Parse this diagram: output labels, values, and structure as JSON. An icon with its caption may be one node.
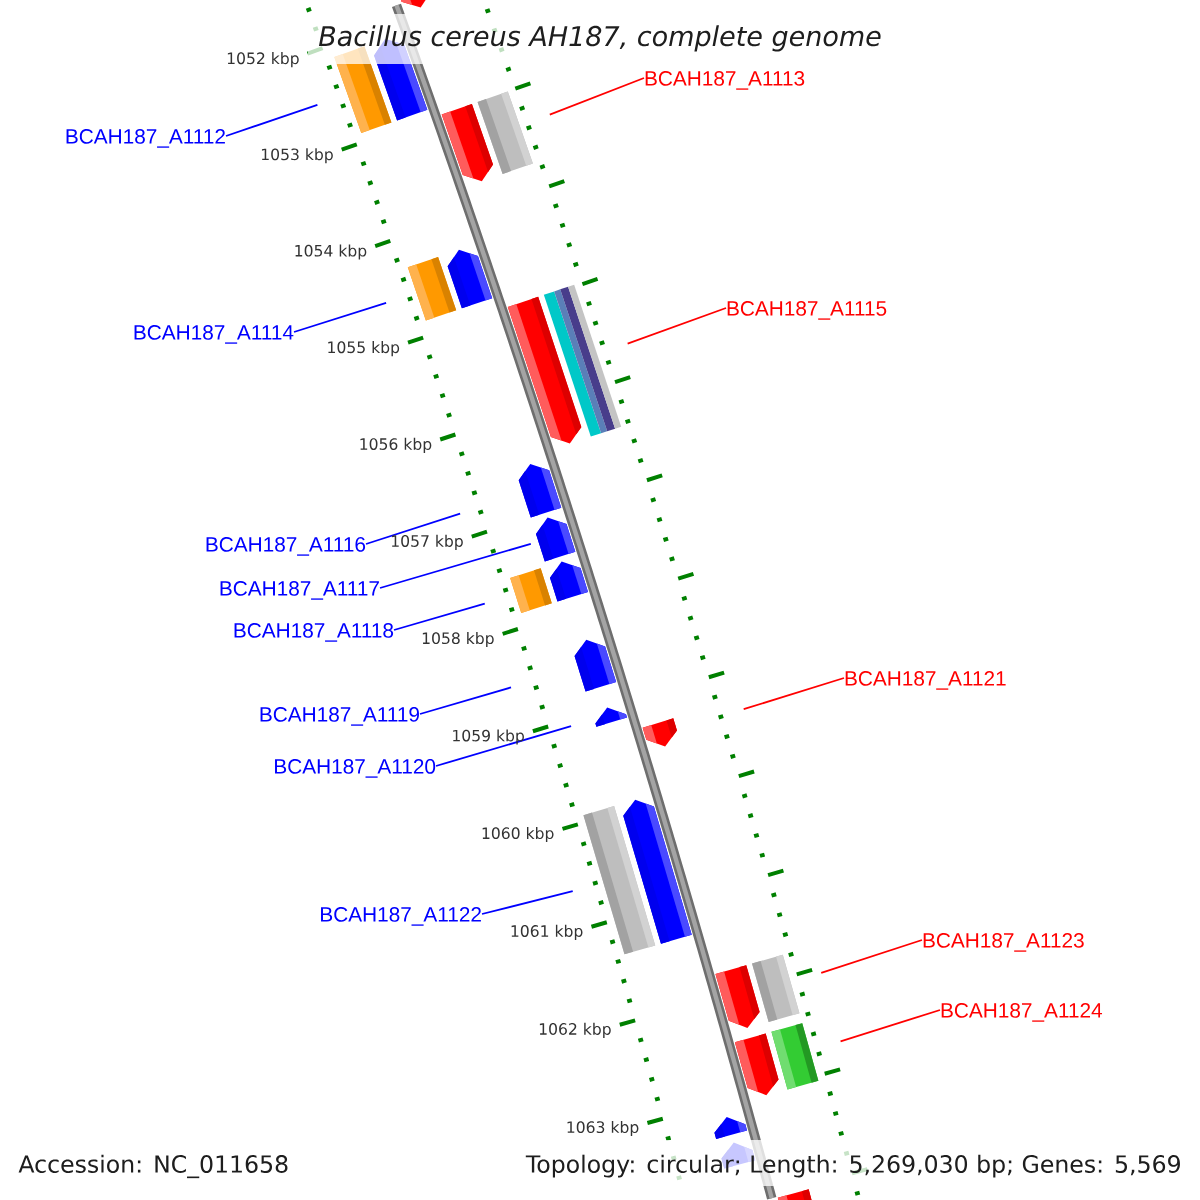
{
  "diagram": {
    "title": "Bacillus cereus AH187, complete genome",
    "nodes": [
      {
        "text": [],
        "shape": "bar"
      },
      {
        "text": [
          "BCAH187_A1112"
        ]
      },
      {
        "text": [],
        "shape": "bar"
      },
      {
        "text": [
          "BCAH187_A1113"
        ]
      },
      {
        "text": [],
        "shape": "bar"
      },
      {
        "text": [
          "BCAH187_A1114"
        ]
      },
      {
        "text": [],
        "shape": "bar"
      },
      {
        "text": [
          "BCAH187_A1115"
        ]
      },
      {
        "text": [],
        "shape": "bar"
      },
      {
        "text": [
          "BCAH187_A1116"
        ]
      },
      {
        "text": [],
        "shape": "bar"
      },
      {
        "text": [
          "BCAH187_A1117"
        ]
      },
      {
        "text": [],
        "shape": "bar"
      },
      {
        "text": [
          "BCAH187_A1118"
        ]
      },
      {
        "text": [],
        "shape": "bar"
      },
      {
        "text": [
          "BCAH187_A1119"
        ]
      },
      {
        "text": [],
        "shape": "bar"
      },
      {
        "text": [
          "BCAH187_A1120"
        ]
      },
      {
        "text": [],
        "shape": "bar"
      },
      {
        "text": [
          "BCAH187_A1121"
        ]
      },
      {
        "text": [],
        "shape": "bar"
      },
      {
        "text": [
          "BCAH187_A1122"
        ]
      },
      {
        "text": [],
        "shape": "bar"
      },
      {
        "text": [
          "BCAH187_A1123"
        ]
      },
      {
        "text": [],
        "shape": "bar"
      },
      {
        "text": [
          "BCAH187_A1124"
        ]
      },
      {
        "text": [],
        "shape": "bar"
      },
      {
        "text": [],
        "shape": "bar"
      },
      {
        "text": [],
        "shape": "bar"
      },
      {
        "text": [],
        "shape": "bar"
      }
    ],
    "edges": [
      {
        "from": 1,
        "to": 2,
        "arrow": "none"
      },
      {
        "from": 3,
        "to": 4,
        "arrow": "none",
        "color": "#ff0000"
      },
      {
        "from": 5,
        "to": 6,
        "arrow": "none"
      },
      {
        "from": 7,
        "to": 8,
        "arrow": "none",
        "color": "#ff0000"
      },
      {
        "from": 9,
        "to": 10,
        "arrow": "none"
      },
      {
        "from": 11,
        "to": 12,
        "arrow": "none"
      },
      {
        "from": 13,
        "to": 14,
        "arrow": "none"
      },
      {
        "from": 15,
        "to": 16,
        "arrow": "none"
      },
      {
        "from": 17,
        "to": 18,
        "arrow": "none"
      },
      {
        "from": 19,
        "to": 20,
        "arrow": "none",
        "color": "#ff0000"
      },
      {
        "from": 21,
        "to": 22,
        "arrow": "none"
      },
      {
        "from": 23,
        "to": 24,
        "arrow": "none",
        "color": "#ff0000"
      },
      {
        "from": 25,
        "to": 26,
        "arrow": "none",
        "color": "#ff0000"
      }
    ],
    "labels": [
      "1052 kbp",
      "1053 kbp",
      "1054 kbp",
      "1055 kbp",
      "1056 kbp",
      "1057 kbp",
      "1058 kbp",
      "1059 kbp",
      "1060 kbp",
      "1061 kbp",
      "1062 kbp",
      "1063 kbp",
      "Accession: NC_011658",
      "Topology: circular; Length: 5,269,030 bp; Genes: 5,569"
    ]
  }
}
